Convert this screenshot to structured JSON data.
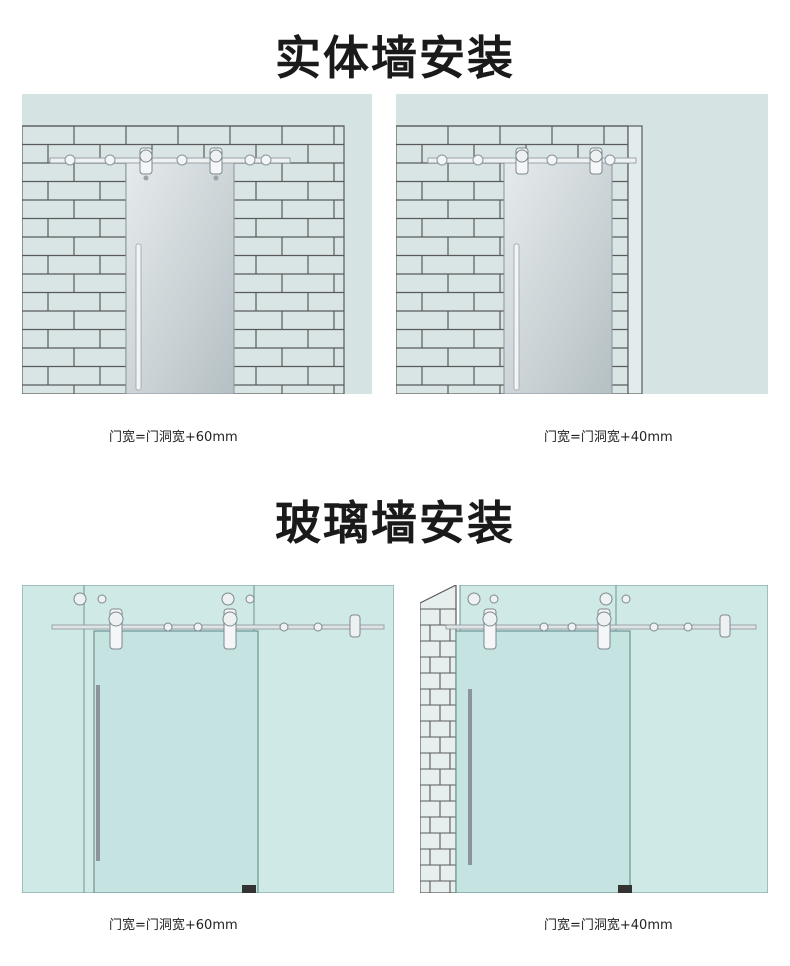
{
  "sections": [
    {
      "title": "实体墙安装"
    },
    {
      "title": "玻璃墙安装"
    }
  ],
  "captions": {
    "solid_wall_left": "门宽=门洞宽+60mm",
    "solid_wall_right": "门宽=门洞宽+40mm",
    "glass_wall_left": "门宽=门洞宽+60mm",
    "glass_wall_right": "门宽=门洞宽+40mm"
  },
  "colors": {
    "wall_bg": "#d6e3e3",
    "brick_line": "#5a5a5a",
    "door_glass": "#c9d3d6",
    "glass_panel": "#cfe9e7",
    "rail_metal": "#b9bfc4"
  }
}
